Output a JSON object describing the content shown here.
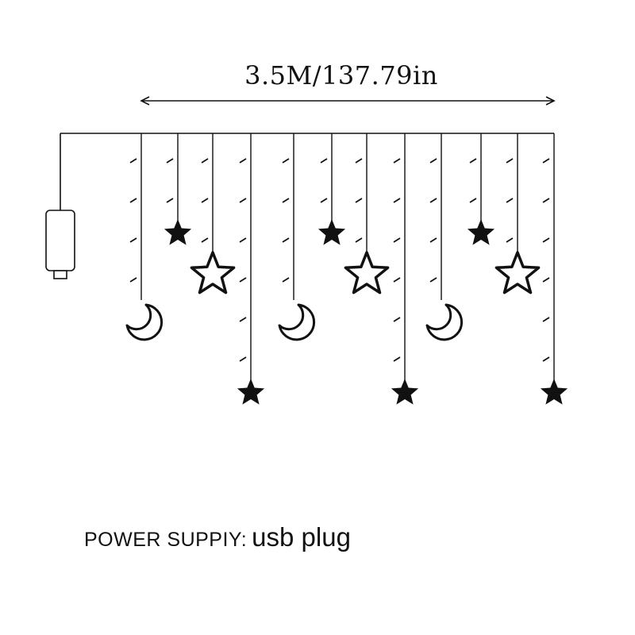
{
  "dimension": {
    "text": "3.5M/137.79in"
  },
  "power": {
    "label": "POWER SUPPIY:",
    "value": "usb plug"
  },
  "product": {
    "strand_count": 12,
    "ornaments": [
      "moon-icon",
      "star-solid-icon",
      "star-outline-icon"
    ],
    "ink_color": "#111111",
    "background_color": "#ffffff"
  }
}
